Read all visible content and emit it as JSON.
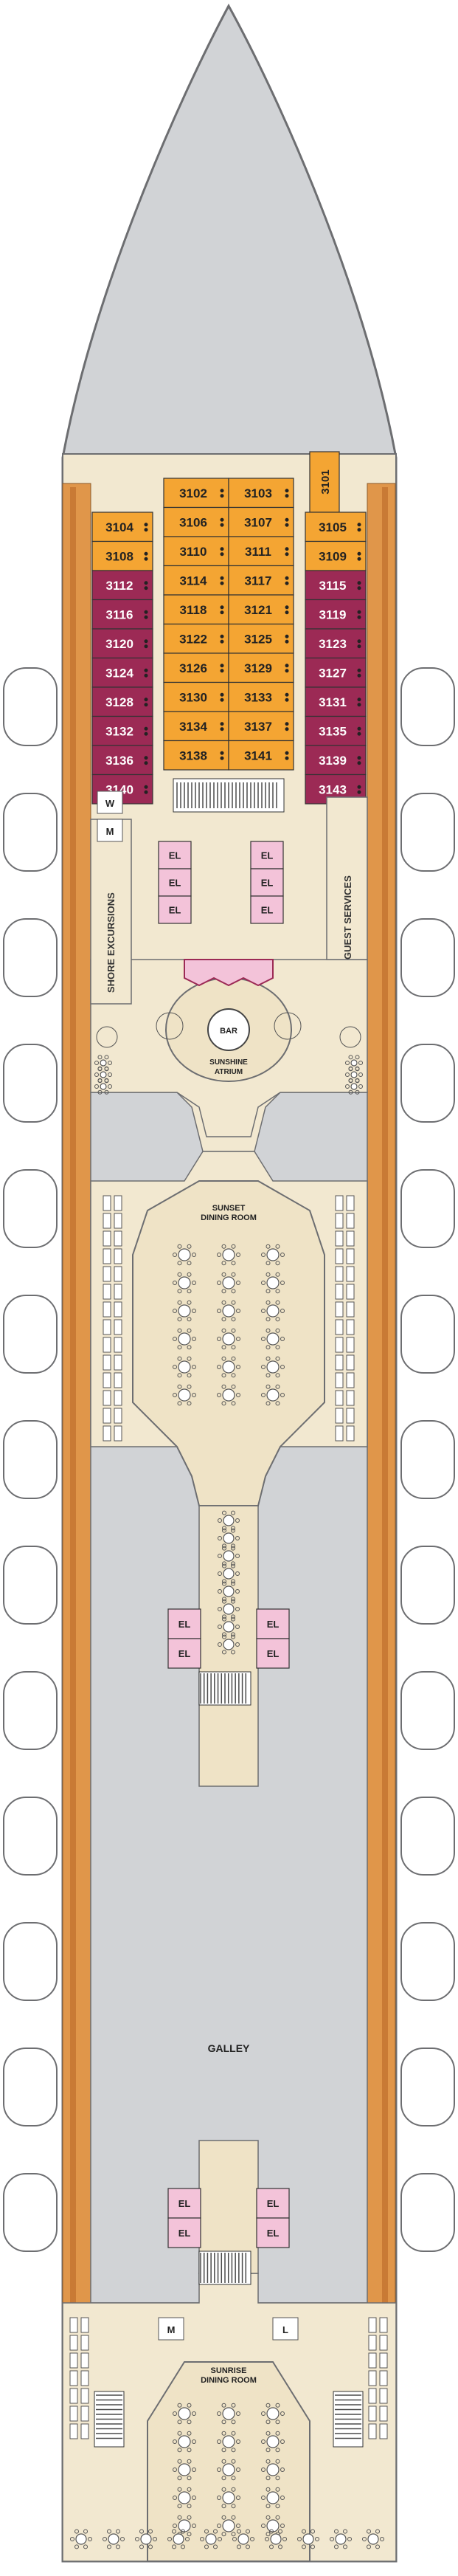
{
  "deck": {
    "colors": {
      "hull_bow": "#d1d3d6",
      "hull_outline": "#6d6e71",
      "deck_floor": "#f2e8d0",
      "rail_wood": "#e0964a",
      "service_gray": "#d1d3d6",
      "cabin_orange": "#f4a533",
      "cabin_maroon": "#9c2a55",
      "elevator_pink": "#f3c3d9",
      "stair": "#4a4a4a",
      "lifeboat": "#ffffff"
    },
    "cabins": {
      "center": [
        [
          "3102",
          "3103"
        ],
        [
          "3106",
          "3107"
        ],
        [
          "3110",
          "3111"
        ],
        [
          "3114",
          "3117"
        ],
        [
          "3118",
          "3121"
        ],
        [
          "3122",
          "3125"
        ],
        [
          "3126",
          "3129"
        ],
        [
          "3130",
          "3133"
        ],
        [
          "3134",
          "3137"
        ],
        [
          "3138",
          "3141"
        ]
      ],
      "left": [
        "3104",
        "3108",
        "3112",
        "3116",
        "3120",
        "3124",
        "3128",
        "3132",
        "3136",
        "3140"
      ],
      "right": [
        "3101",
        "3105",
        "3109",
        "3115",
        "3119",
        "3123",
        "3127",
        "3131",
        "3135",
        "3139",
        "3143"
      ]
    },
    "labels": {
      "shore_excursions": "SHORE EXCURSIONS",
      "guest_services": "GUEST SERVICES",
      "washroom_w": "W",
      "washroom_m_top": "M",
      "washroom_m_aft": "M",
      "washroom_l": "L",
      "elevator": "EL",
      "bar": "BAR",
      "sunshine_atrium_1": "SUNSHINE",
      "sunshine_atrium_2": "ATRIUM",
      "sunset_dining_1": "SUNSET",
      "sunset_dining_2": "DINING ROOM",
      "galley": "GALLEY",
      "sunrise_dining_1": "SUNRISE",
      "sunrise_dining_2": "DINING ROOM"
    }
  }
}
